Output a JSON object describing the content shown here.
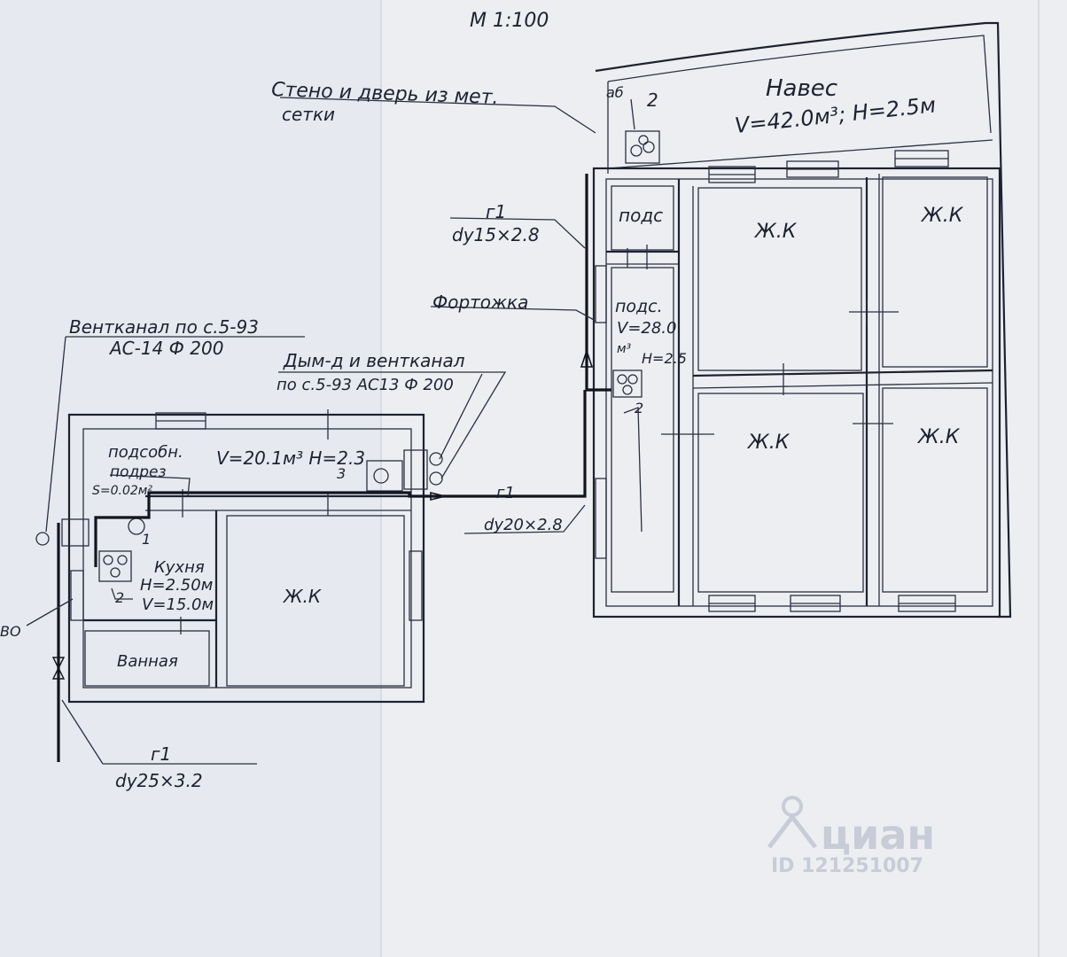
{
  "scale": "М 1:100",
  "labels": {
    "fence_line1": "Стено и дверь из мет.",
    "fence_line2": "сетки",
    "canopy_title": "Навес",
    "canopy_dims": "V=42.0м³; H=2.5м",
    "canopy_tag": "аб",
    "stove_number_top": "2",
    "pipe_top_name": "г1",
    "pipe_top_size": "dу15×2.8",
    "window_vent": "Фортожка",
    "vent_line1": "Вентканал по с.5-93",
    "vent_line2": "АС-14 Ф 200",
    "smoke_line1": "Дым-д и вентканал",
    "smoke_line2": "по с.5-93 АС13 Ф 200",
    "aux_title": "подсобн.",
    "aux_dims": "V=20.1м³ H=2.3",
    "aux_number": "3",
    "cutout_title": "подрез",
    "cutout_area": "S=0.02м²",
    "meter_number": "1",
    "kitchen_title": "Кухня",
    "kitchen_h": "H=2.50м",
    "kitchen_v": "V=15.0м",
    "kitchen_stove_number": "2",
    "bath": "Ванная",
    "living_left": "Ж.К",
    "pipe_mid_name": "г1",
    "pipe_mid_size": "dу20×2.8",
    "pipe_bottom_name": "г1",
    "pipe_bottom_size": "dу25×3.2",
    "edge_fragment": "ВО",
    "podv_small": "подс",
    "podv_big_title": "подс.",
    "podv_big_v": "V=28.0",
    "podv_big_unit": "м³",
    "podv_big_h": "H=2.5",
    "podv_stove_number": "2",
    "living_r1": "Ж.К",
    "living_r2": "Ж.К",
    "living_r3": "Ж.К",
    "living_r4": "Ж.К"
  },
  "watermark": {
    "brand": "циан",
    "id": "ID 121251007"
  }
}
